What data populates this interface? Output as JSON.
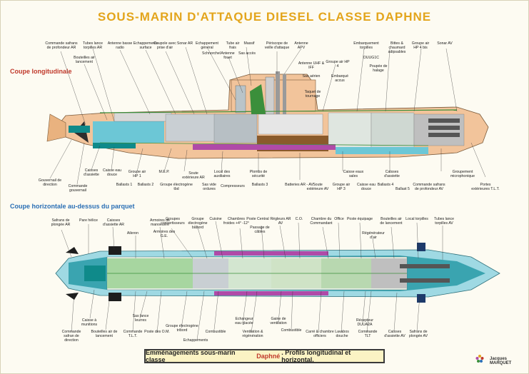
{
  "title": "SOUS-MARIN D'ATTAQUE DIESEL CLASSE DAPHNE",
  "section_long": "Coupe longitudinale",
  "section_horiz": "Coupe horizontale au-dessus du parquet",
  "caption_prefix": "Emménagements sous-marin classe",
  "caption_name": "Daphné",
  "caption_suffix": ". Profils longitudinal et horizontal.",
  "author": "Jacques MARQUET",
  "colors": {
    "title": "#e3a51c",
    "section": "#c0392b",
    "section2": "#2a6fb5",
    "hull": "#f2c49b",
    "teal": "#0f8a8a",
    "green": "#3b8f3b",
    "magenta": "#b04aa8"
  },
  "long_top_labels": [
    "Commande safrans de profondeur AR",
    "Tubes lance torpilles AR",
    "Bouteilles air lancement",
    "Antenne basse radio",
    "Echappements surface",
    "Coupole avec prise d'air",
    "Sonar AR",
    "Echappement général",
    "Schnorchel",
    "Antenne fouet",
    "Tube air frais",
    "Massif",
    "Sas accès",
    "Périscope de veille d'attaque",
    "Antenne APV",
    "Antenne UHF & IFF",
    "Sas aérien",
    "Taquet de tournage",
    "Groupe air HP 4",
    "Embarqué accus",
    "Embarquement torpilles",
    "DUUG1C",
    "Poupée de halage",
    "Bittes & chaumard adipsables",
    "Groupe air HP 4 bis",
    "Sonar AV"
  ],
  "long_bottom_labels": [
    "Gouvernail de direction",
    "Commande gouvernail",
    "Caisses d'assiette",
    "Caisse eau douce",
    "Groupe air HP 1",
    "Ballasts 1",
    "Ballasts 2",
    "M.E.P.",
    "Groupe électrogène tbd",
    "Soute extérieure AR",
    "Sas vide ordures",
    "Local des auxiliaires",
    "Compresseurs",
    "Plombs de sécurité",
    "Ballasts 3",
    "Batteries AR - AV",
    "Soute extérieure AV",
    "Groupe air HP 3",
    "Caisse eaux sales",
    "Caisse eau douce",
    "Ballasts 4",
    "Caisses d'assiette",
    "Ballast 5",
    "Commande safrans de profondeur AV",
    "Groupement microphonique",
    "Portes extérieures T.L.T."
  ],
  "horiz_top_labels": [
    "Safrans de plongée AR",
    "Pare hélice",
    "Caisses d'assiette AR",
    "Aileron",
    "Armoires de manoeuvre",
    "Armoires des G.E.",
    "Groupes convertisseurs",
    "Groupe électrogène bâbord",
    "Cuisine",
    "Chambres froides +4° -12°",
    "Poste Central",
    "Passage de câbles",
    "Régleurs AR AV",
    "C.O.",
    "Chambre du Commandant",
    "Office",
    "Poste équipage",
    "Régénérateur d'air",
    "Bouteilles air de lancement",
    "Local torpilles",
    "Tubes lance torpilles AV"
  ],
  "horiz_bottom_labels": [
    "Caisse à munitions",
    "Commande safran de direction",
    "Bouteilles air de lancement",
    "Commande T.L.T.",
    "Sas lance leurres",
    "Poste des O.M.",
    "Groupe électrogène tribord",
    "Echappements",
    "Combustible",
    "Echangeur eau glacée",
    "Ventilation & régénération",
    "Gaine de ventilation",
    "Combustible",
    "Carré & chambre officiers",
    "Lavabos douche",
    "Récepteur DUUA2A",
    "Commande TLT",
    "Caisses d'assiette AV",
    "Safrans de plongée AV"
  ]
}
